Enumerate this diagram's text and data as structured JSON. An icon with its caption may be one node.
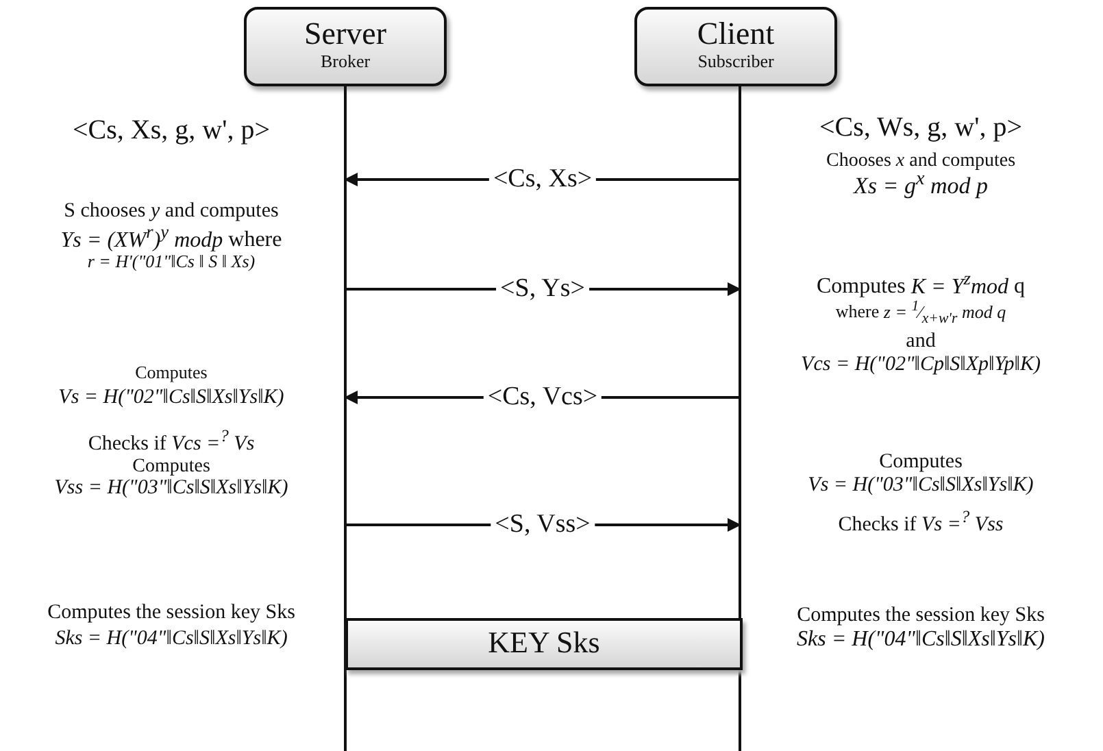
{
  "diagram": {
    "nodes": [
      {
        "text": [
          "Server",
          "Broker"
        ]
      },
      {
        "text": [
          "Client",
          "Subscriber"
        ]
      },
      {
        "text": [
          "KEY Sks"
        ]
      }
    ],
    "edges": [
      {
        "from": 1,
        "to": 0,
        "arrow": "to",
        "label": "<Cs, Xs>"
      },
      {
        "from": 0,
        "to": 1,
        "arrow": "to",
        "label": "<S, Ys>"
      },
      {
        "from": 1,
        "to": 0,
        "arrow": "to",
        "label": "<Cs, Vcs>"
      },
      {
        "from": 0,
        "to": 1,
        "arrow": "to",
        "label": "<S, Vss>"
      }
    ],
    "labels": [
      "<Cs, Xs, g, w', p>",
      "<Cs, Ws, g, w', p>",
      "Chooses *x* and computes",
      "*Xs = g$^{x}$ mod p*",
      "S chooses *y* and computes",
      "*Ys = (XW$^{r}$)$^{y}$ modp* where",
      "*r = H'(\"01\"‖Cs ‖ S ‖ Xs)*",
      "Computes *K = Y$^{z}$mod* q",
      "where *z = $^{1}$⁄$_{x+w'r}$ mod q*",
      "and",
      "*Vcs = H(\"02\"‖Cp‖S‖Xp‖Yp‖K)*",
      "Computes",
      "*Vs = H(\"02\"‖Cs‖S‖Xs‖Ys‖K)*",
      "Checks if *Vcs =$^{?}$ Vs*",
      "Computes",
      "*Vss = H(\"03\"‖Cs‖S‖Xs‖Ys‖K)*",
      "Computes",
      "*Vs = H(\"03\"‖Cs‖S‖Xs‖Ys‖K)*",
      "Checks if *Vs =$^{?}$ Vss*",
      "Computes the session key Sks",
      "*Sks = H(\"04\"‖Cs‖S‖Xs‖Ys‖K)*",
      "Computes the session key Sks",
      "*Sks = H(\"04\"‖Cs‖S‖Xs‖Ys‖K)*"
    ]
  }
}
